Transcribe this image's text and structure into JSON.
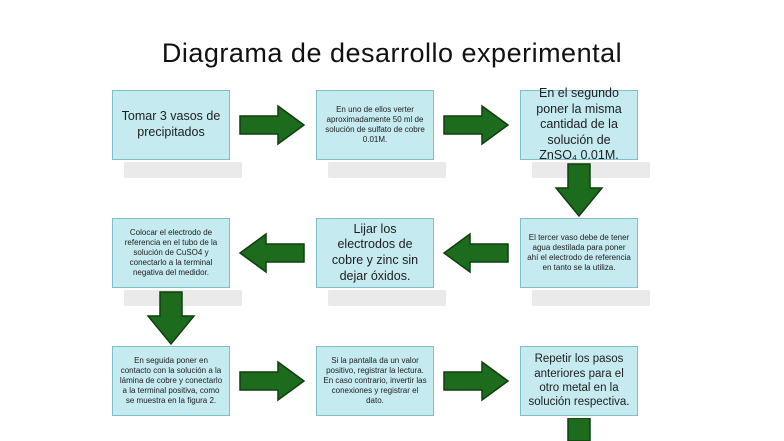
{
  "diagram": {
    "title": "Diagrama de desarrollo experimental",
    "steps": [
      {
        "text": "Tomar 3 vasos de precipitados"
      },
      {
        "text": "En uno de ellos verter aproximadamente 50 ml de solución de sulfato de cobre 0.01M."
      },
      {
        "text": "En el segundo poner la misma cantidad de la solución de ZnSO₄ 0.01M."
      },
      {
        "text": "El tercer vaso debe de tener agua destilada para poner ahí el electrodo de referencia en tanto se la utiliza."
      },
      {
        "text": "Lijar los electrodos de cobre y zinc sin dejar óxidos."
      },
      {
        "text": "Colocar el electrodo de referencia en el tubo de la solución de CuSO4 y conectarlo a la terminal negativa del medidor."
      },
      {
        "text": "En seguida poner en contacto con la solución a la lámina de cobre y conectarlo a la terminal positiva, como se muestra en la figura 2."
      },
      {
        "text": "Si la pantalla da un valor positivo, registrar la lectura. En caso contrario, invertir las conexiones y registrar el dato."
      },
      {
        "text": "Repetir los pasos anteriores para el otro metal en la solución respectiva."
      }
    ],
    "colors": {
      "box_fill": "#c5eaf0",
      "box_border": "#7cc0cc",
      "arrow_fill": "#1d6b1d",
      "arrow_edge": "#0f3f0f"
    }
  }
}
